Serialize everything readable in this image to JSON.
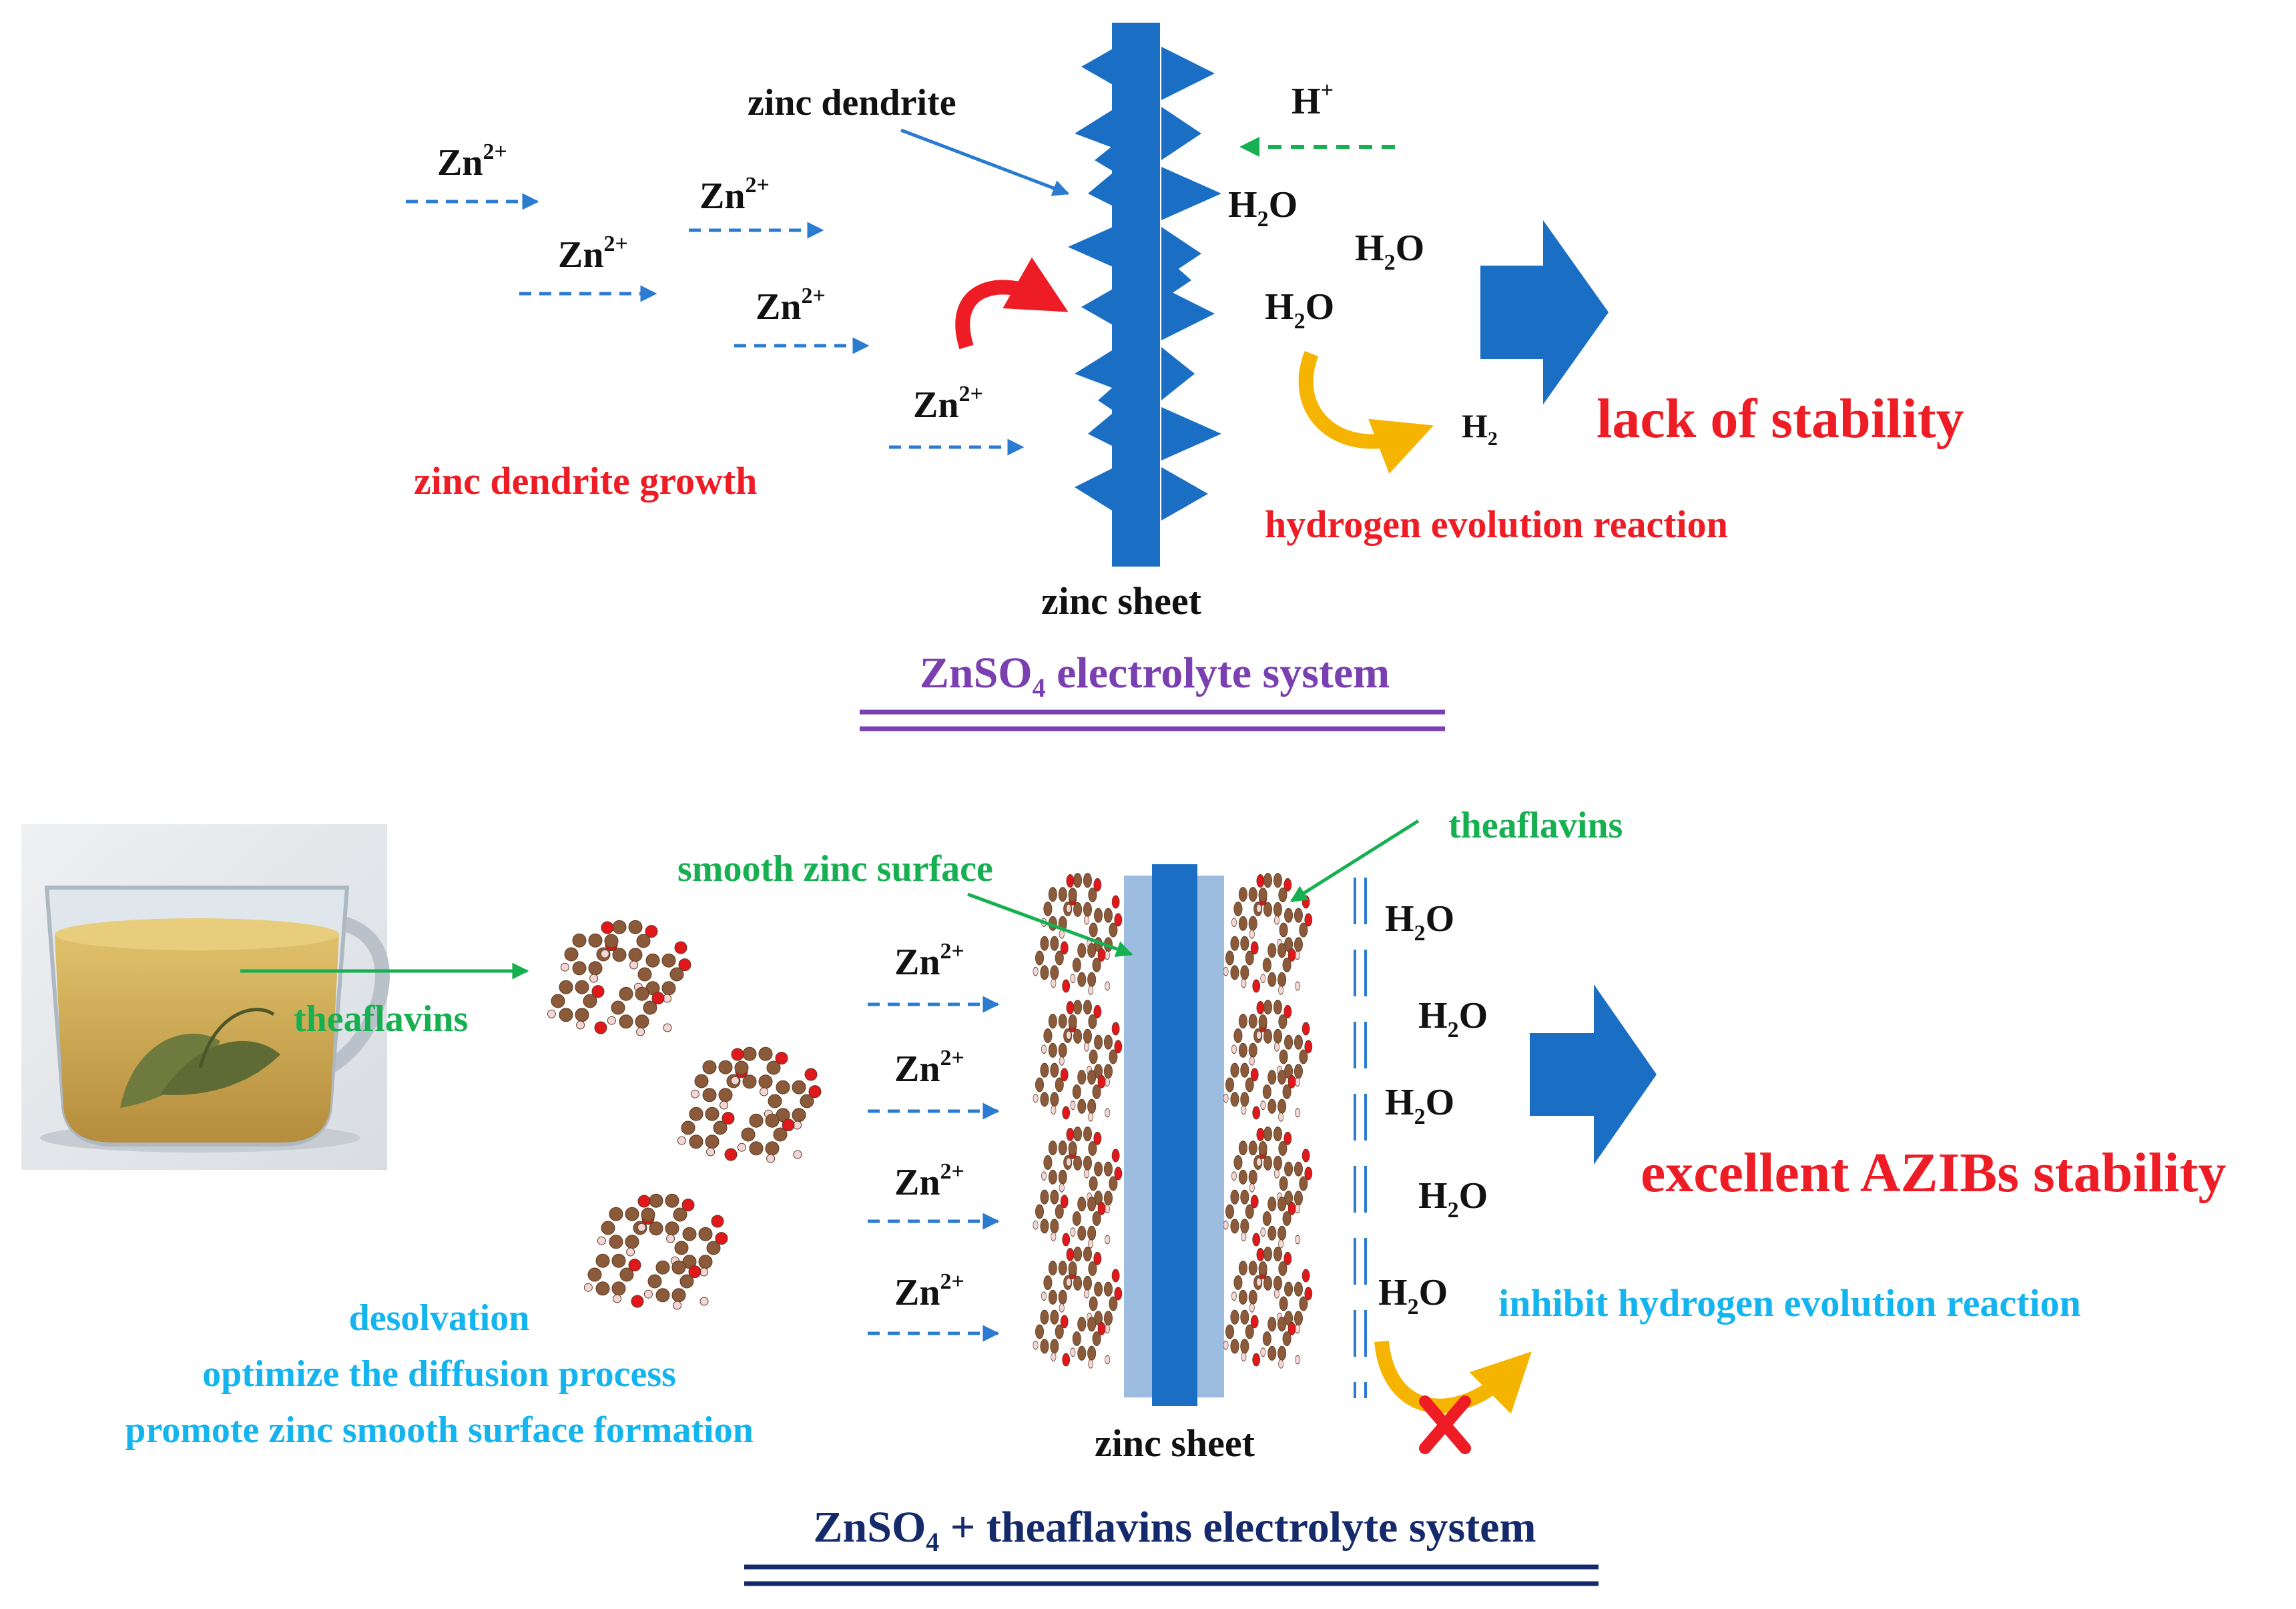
{
  "top_panel": {
    "zinc_dendrite_label": "zinc dendrite",
    "h_plus": "H",
    "h_plus_sup": "+",
    "zn_ions": [
      {
        "base": "Zn",
        "sup": "2+"
      },
      {
        "base": "Zn",
        "sup": "2+"
      },
      {
        "base": "Zn",
        "sup": "2+"
      },
      {
        "base": "Zn",
        "sup": "2+"
      },
      {
        "base": "Zn",
        "sup": "2+"
      }
    ],
    "water": [
      {
        "base": "H",
        "sub": "2",
        "tail": "O"
      },
      {
        "base": "H",
        "sub": "2",
        "tail": "O"
      },
      {
        "base": "H",
        "sub": "2",
        "tail": "O"
      }
    ],
    "h2": {
      "base": "H",
      "sub": "2"
    },
    "lack_of_stability": "lack of stability",
    "zinc_dendrite_growth": "zinc dendrite growth",
    "hydrogen_evolution_reaction": "hydrogen evolution reaction",
    "zinc_sheet": "zinc sheet",
    "system_title": {
      "pre": "ZnSO",
      "sub": "4",
      "post": " electrolyte system"
    }
  },
  "bottom_panel": {
    "theaflavins_tea": "theaflavins",
    "smooth_zinc_surface": "smooth zinc surface",
    "theaflavins_top": "theaflavins",
    "zn_ions": [
      {
        "base": "Zn",
        "sup": "2+"
      },
      {
        "base": "Zn",
        "sup": "2+"
      },
      {
        "base": "Zn",
        "sup": "2+"
      },
      {
        "base": "Zn",
        "sup": "2+"
      }
    ],
    "water": [
      {
        "base": "H",
        "sub": "2",
        "tail": "O"
      },
      {
        "base": "H",
        "sub": "2",
        "tail": "O"
      },
      {
        "base": "H",
        "sub": "2",
        "tail": "O"
      },
      {
        "base": "H",
        "sub": "2",
        "tail": "O"
      },
      {
        "base": "H",
        "sub": "2",
        "tail": "O"
      }
    ],
    "excellent_stability": "excellent AZIBs stability",
    "inhibit_her": "inhibit hydrogen evolution reaction",
    "desolvation_lines": [
      "desolvation",
      "optimize the diffusion process",
      "promote zinc smooth surface formation"
    ],
    "zinc_sheet": "zinc sheet",
    "system_title": {
      "pre": "ZnSO",
      "sub": "4",
      "post": " + theaflavins electrolyte system"
    }
  },
  "colors": {
    "zinc_blue": "#1a6fc4",
    "arrow_blue": "#2b7bd0",
    "label_red": "#ee1c24",
    "label_green": "#17b050",
    "label_cyan": "#14b4ef",
    "purple": "#7a3fb0",
    "navy": "#142a6a",
    "yellow": "#f5b400",
    "tea": "#c9a351",
    "carbon": "#8a5a3a",
    "oxygen": "#e0181b",
    "hydrogen": "#f2d6d6"
  }
}
